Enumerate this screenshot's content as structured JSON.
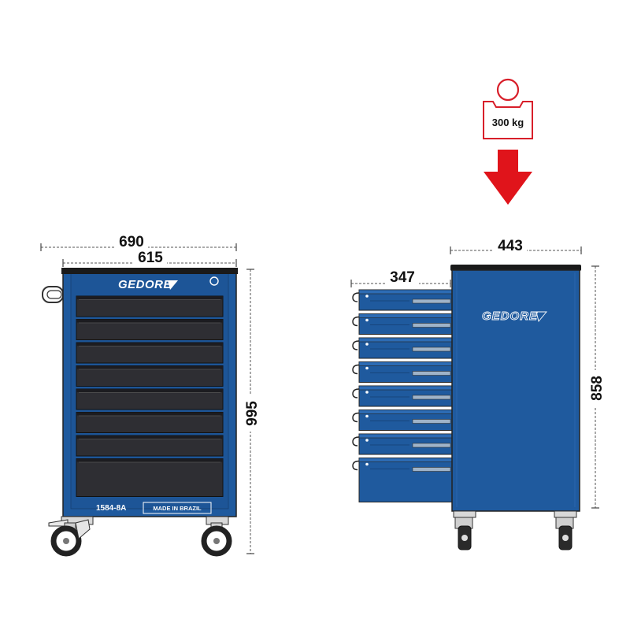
{
  "dimensions": {
    "front_width_overall": "690",
    "front_width_body": "615",
    "front_height": "995",
    "side_drawer_extension": "347",
    "side_depth": "443",
    "side_height": "858"
  },
  "front_view": {
    "brand": "GEDORE",
    "model": "1584-8A",
    "origin_label": "MADE IN BRAZIL",
    "drawer_count": 8
  },
  "side_view": {
    "brand": "GEDORE",
    "drawer_count": 8
  },
  "load": {
    "label": "300 kg"
  },
  "colors": {
    "body_blue": "#1f5a9e",
    "drawer_dark": "#2e2e33",
    "top_black": "#1a1a1a",
    "arrow_red": "#e0141b",
    "load_ring_red": "#d81f2a"
  }
}
